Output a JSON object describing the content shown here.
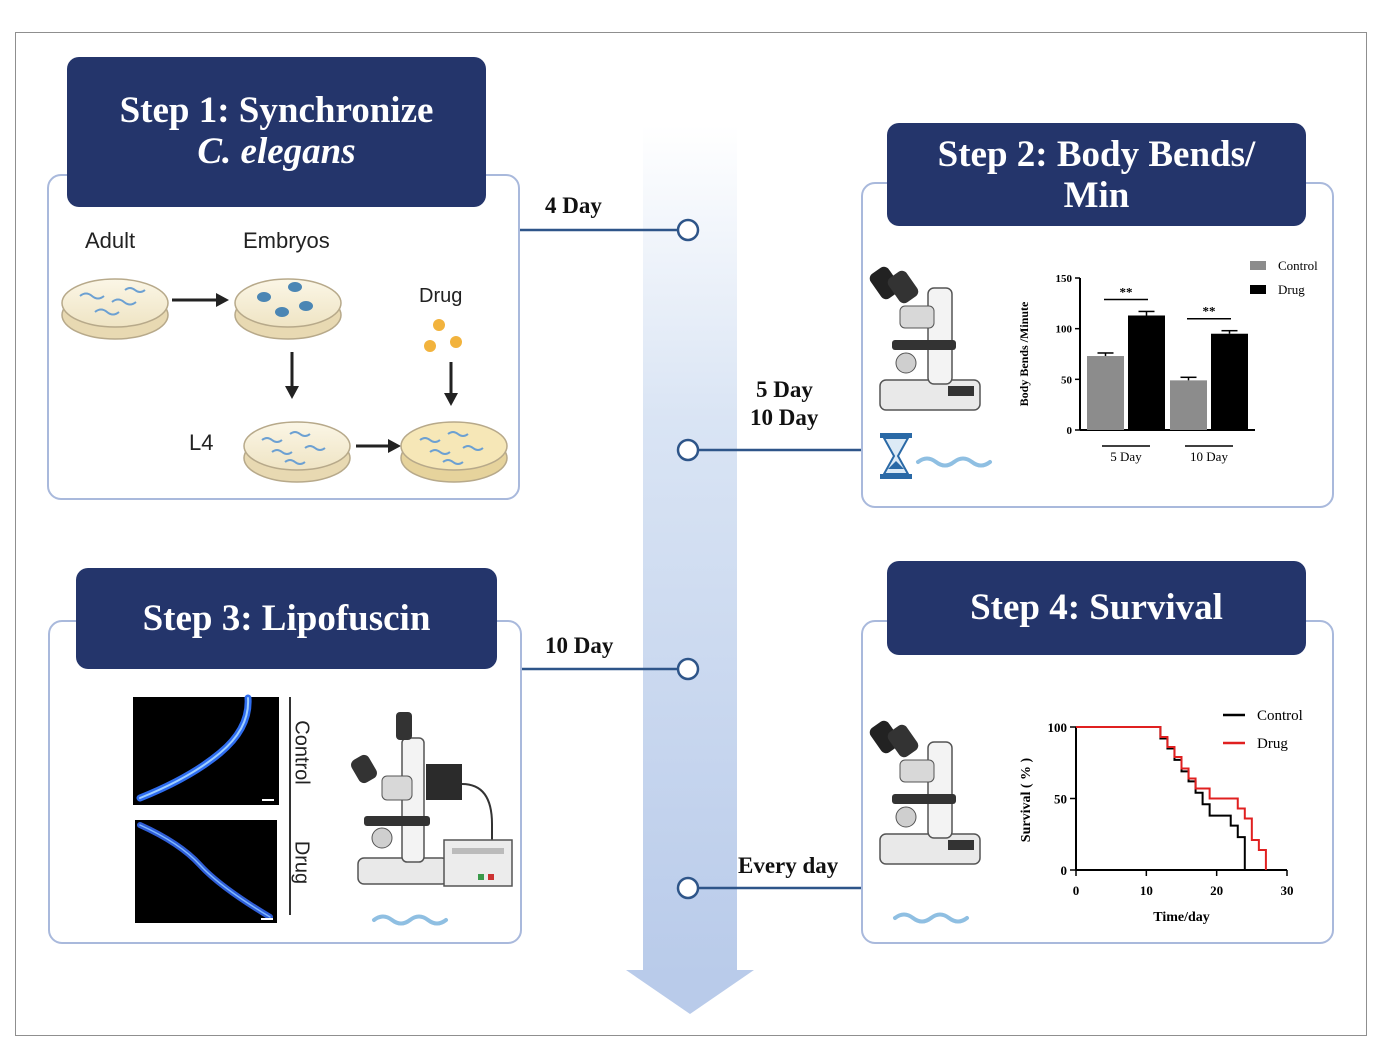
{
  "steps": {
    "step1": {
      "title_line1": "Step 1: Synchronize",
      "title_line2": "C. elegans",
      "labels": {
        "adult": "Adult",
        "embryos": "Embryos",
        "drug": "Drug",
        "l4": "L4"
      }
    },
    "step2": {
      "title_line1": "Step 2: Body Bends/",
      "title_line2": "Min"
    },
    "step3": {
      "title": "Step 3: Lipofuscin",
      "image_labels": [
        "Control",
        "Drug"
      ]
    },
    "step4": {
      "title": "Step 4: Survival"
    }
  },
  "timeline": {
    "label_4day": "4 Day",
    "label_5day": "5 Day",
    "label_10day_a": "10 Day",
    "label_10day_b": "10 Day",
    "label_everyday": "Every day"
  },
  "colors": {
    "header_bg": "#24356b",
    "panel_border": "#a9b9dc",
    "arrow": "#c5d4ec",
    "line": "#2e5589",
    "control_bar": "#8c8c8c",
    "drug_bar": "#000000",
    "drug_line": "#e02020"
  },
  "chart_data": [
    {
      "type": "bar",
      "ylabel": "Body Bends /Minute",
      "categories": [
        "5 Day",
        "10 Day"
      ],
      "series": [
        {
          "name": "Control",
          "values": [
            73,
            49
          ],
          "errors": [
            3,
            3
          ]
        },
        {
          "name": "Drug",
          "values": [
            113,
            95
          ],
          "errors": [
            4,
            3
          ]
        }
      ],
      "yticks": [
        0,
        50,
        100,
        150
      ],
      "ylim": [
        0,
        150
      ],
      "significance": [
        "**",
        "**"
      ],
      "legend_position": "top-right"
    },
    {
      "type": "line",
      "xlabel": "Time/day",
      "ylabel": "Survival ( % )",
      "xlim": [
        0,
        30
      ],
      "ylim": [
        0,
        100
      ],
      "xticks": [
        0,
        10,
        20,
        30
      ],
      "yticks": [
        0,
        50,
        100
      ],
      "step": true,
      "series": [
        {
          "name": "Control",
          "x": [
            0,
            11,
            12,
            13,
            14,
            15,
            16,
            17,
            18,
            19,
            20,
            21,
            22,
            23,
            24,
            24
          ],
          "y": [
            100,
            100,
            92,
            85,
            77,
            69,
            62,
            54,
            46,
            38,
            38,
            38,
            31,
            23,
            8,
            0
          ]
        },
        {
          "name": "Drug",
          "x": [
            0,
            11,
            12,
            13,
            14,
            15,
            16,
            17,
            18,
            19,
            20,
            21,
            22,
            23,
            24,
            25,
            26,
            27,
            27
          ],
          "y": [
            100,
            100,
            93,
            86,
            79,
            71,
            64,
            57,
            57,
            50,
            50,
            50,
            50,
            43,
            36,
            21,
            14,
            7,
            0
          ]
        }
      ],
      "legend_position": "top-right"
    }
  ]
}
